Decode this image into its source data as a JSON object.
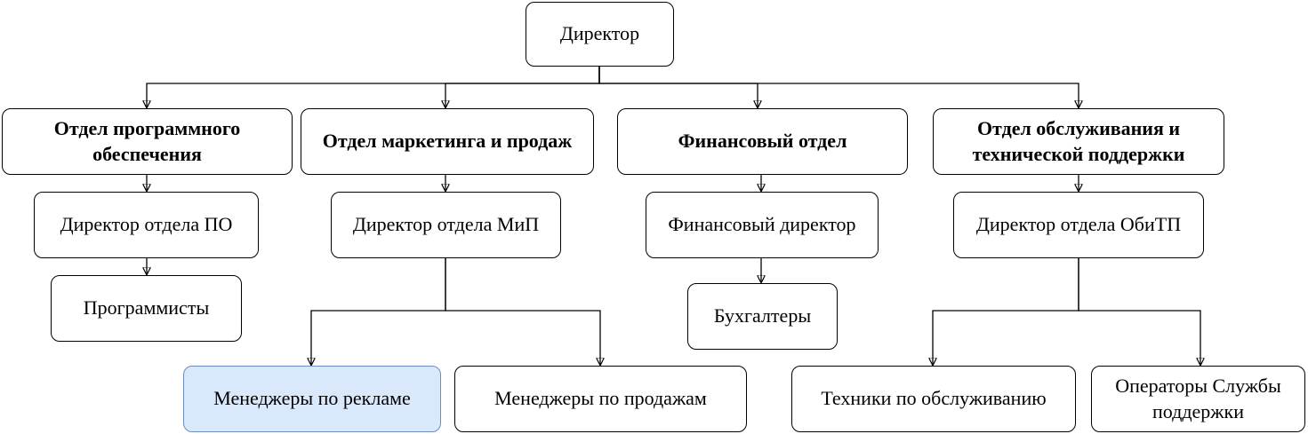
{
  "nodes": {
    "director": "Директор",
    "dept_software": "Отдел программного обеспечения",
    "dept_marketing": "Отдел маркетинга и продаж",
    "dept_finance": "Финансовый отдел",
    "dept_support": "Отдел обслуживания и технической поддержки",
    "head_software": "Директор отдела ПО",
    "head_marketing": "Директор отдела МиП",
    "head_finance": "Финансовый директор",
    "head_support": "Директор отдела ОбиТП",
    "programmers": "Программисты",
    "accountants": "Бухгалтеры",
    "ad_managers": "Менеджеры по рекламе",
    "sales_managers": "Менеджеры по продажам",
    "maintenance_techs": "Техники по обслуживанию",
    "support_operators": "Операторы Службы поддержки"
  },
  "edges": [
    [
      "director",
      "dept_software"
    ],
    [
      "director",
      "dept_marketing"
    ],
    [
      "director",
      "dept_finance"
    ],
    [
      "director",
      "dept_support"
    ],
    [
      "dept_software",
      "head_software"
    ],
    [
      "dept_marketing",
      "head_marketing"
    ],
    [
      "dept_finance",
      "head_finance"
    ],
    [
      "dept_support",
      "head_support"
    ],
    [
      "head_software",
      "programmers"
    ],
    [
      "head_finance",
      "accountants"
    ],
    [
      "head_marketing",
      "ad_managers"
    ],
    [
      "head_marketing",
      "sales_managers"
    ],
    [
      "head_support",
      "maintenance_techs"
    ],
    [
      "head_support",
      "support_operators"
    ]
  ],
  "colors": {
    "highlight_fill": "#dae8fc",
    "highlight_stroke": "#6c8ebf",
    "line": "#000000"
  }
}
